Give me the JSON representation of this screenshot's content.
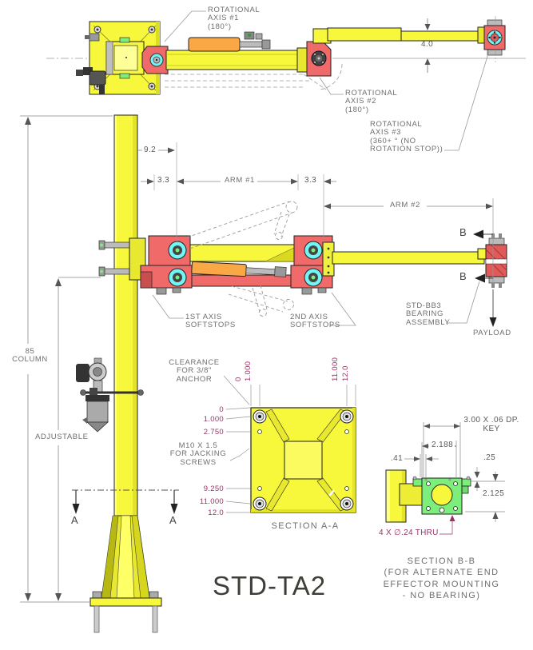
{
  "drawing": {
    "title": "STD-TA2",
    "top_view": {
      "rotational_axis_1": "ROTATIONAL\nAXIS #1\n(180°)",
      "rotational_axis_2": "ROTATIONAL\nAXIS #2\n(180°)",
      "rotational_axis_3": "ROTATIONAL\nAXIS #3\n(360+ ° (NO\nROTATION STOP))",
      "dim_offset": "4.0"
    },
    "front_view": {
      "column_height": "85\nCOLUMN",
      "adjustable": "ADJUSTABLE",
      "dim_9_2": "9.2",
      "dim_3_3_left": "3.3",
      "arm_1": "ARM #1",
      "dim_3_3_right": "3.3",
      "arm_2": "ARM #2",
      "section_b_upper": "B",
      "section_b_lower": "B",
      "softstops_1": "1ST AXIS\nSOFTSTOPS",
      "softstops_2": "2ND AXIS\nSOFTSTOPS",
      "bearing_assembly": "STD-BB3\nBEARING\nASSEMBLY",
      "payload": "PAYLOAD"
    },
    "section_aa": {
      "clearance_note": "CLEARANCE\nFOR 3/8\"\nANCHOR",
      "jacking_note": "M10 X 1.5\nFOR JACKING\nSCREWS",
      "ordinate_top_0": "0",
      "ordinate_top_1": "1.000",
      "ordinate_top_11": "11.000",
      "ordinate_top_12": "12.0",
      "ordinate_left_0": "0",
      "ordinate_left_1": "1.000",
      "ordinate_left_2_75": "2.750",
      "ordinate_left_9_25": "9.250",
      "ordinate_left_11": "11.000",
      "ordinate_left_12": "12.0",
      "caption": "SECTION A-A",
      "cut_label_left": "A",
      "cut_label_right": "A"
    },
    "section_bb": {
      "key_note": "3.00 X .06 DP.\nKEY",
      "dim_2_188": "2.188",
      "dim_41": ".41",
      "dim_25": ".25",
      "dim_2_125": "2.125",
      "holes_note": "4 X ∅.24 THRU",
      "caption": "SECTION B-B\n(FOR ALTERNATE END\nEFFECTOR  MOUNTING\n- NO BEARING)"
    },
    "colors": {
      "part_yellow": "#F7F73B",
      "part_red": "#F06A6A",
      "part_cyan": "#72F5F5",
      "part_green": "#7BEE7B",
      "part_orange": "#F9A845",
      "dim_magenta": "#993366",
      "label_gray": "#6E6E6E"
    }
  }
}
